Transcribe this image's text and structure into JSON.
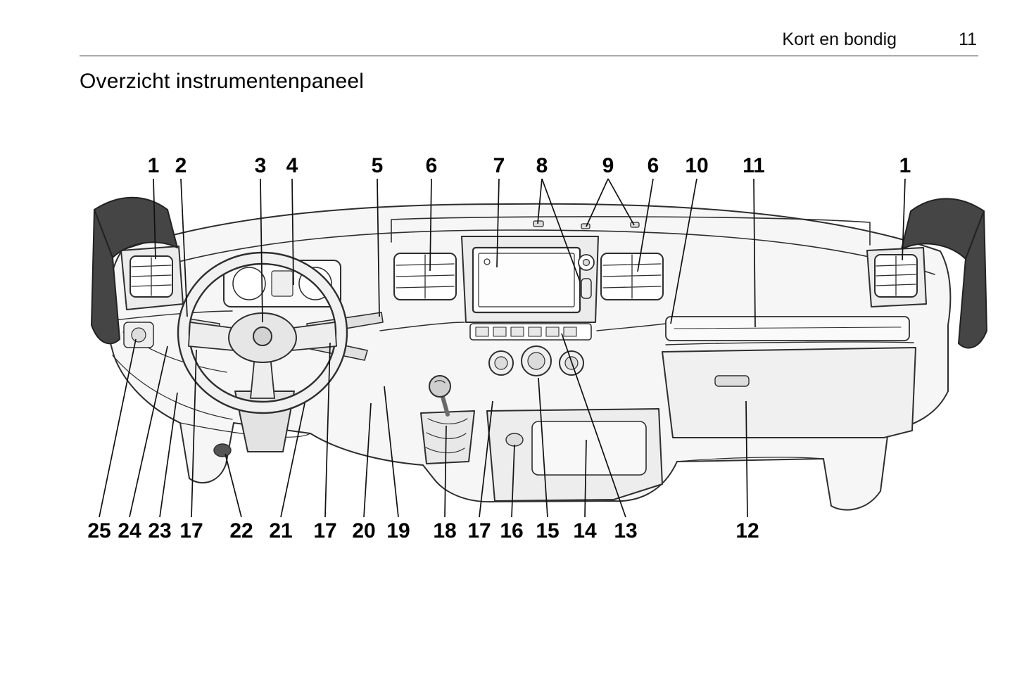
{
  "page": {
    "section_title": "Kort en bondig",
    "page_number": "11",
    "heading": "Overzicht instrumentenpaneel"
  },
  "figure": {
    "top_callouts": [
      {
        "label": "1"
      },
      {
        "label": "2"
      },
      {
        "label": "3"
      },
      {
        "label": "4"
      },
      {
        "label": "5"
      },
      {
        "label": "6"
      },
      {
        "label": "7"
      },
      {
        "label": "8"
      },
      {
        "label": "9"
      },
      {
        "label": "6"
      },
      {
        "label": "10"
      },
      {
        "label": "11"
      },
      {
        "label": "1"
      }
    ],
    "bottom_callouts": [
      {
        "label": "25"
      },
      {
        "label": "24"
      },
      {
        "label": "23"
      },
      {
        "label": "17"
      },
      {
        "label": "22"
      },
      {
        "label": "21"
      },
      {
        "label": "17"
      },
      {
        "label": "20"
      },
      {
        "label": "19"
      },
      {
        "label": "18"
      },
      {
        "label": "17"
      },
      {
        "label": "16"
      },
      {
        "label": "15"
      },
      {
        "label": "14"
      },
      {
        "label": "13"
      },
      {
        "label": "12"
      }
    ]
  }
}
